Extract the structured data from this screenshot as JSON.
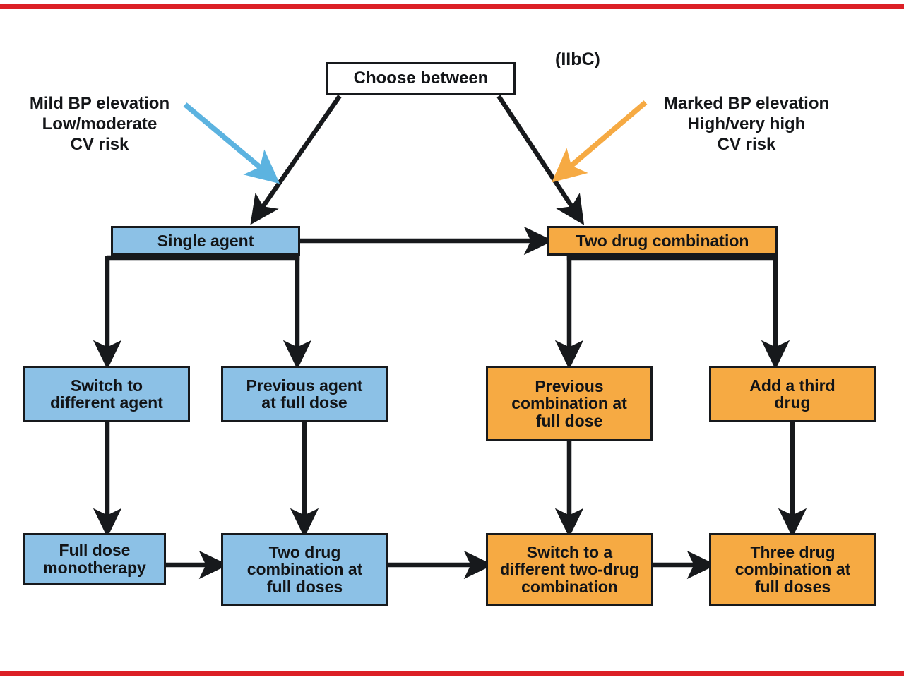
{
  "figure": {
    "type": "flowchart",
    "title_tag": "(IIbC)",
    "rule_color": "#dc2026",
    "colors": {
      "blue_fill": "#8cc1e6",
      "orange_fill": "#f6aa43",
      "white_fill": "#ffffff",
      "outline": "#17191c",
      "blue_arrow": "#5cb3e0",
      "orange_arrow": "#f6aa43",
      "connector": "#17191c"
    }
  },
  "root": {
    "label": "Choose between"
  },
  "annotations": {
    "left": {
      "name": "mild-bp-annotation",
      "text": "Mild BP elevation\nLow/moderate\nCV risk",
      "arrow_color": "#5cb3e0"
    },
    "right": {
      "name": "marked-bp-annotation",
      "text": "Marked BP elevation\nHigh/very high\nCV risk",
      "arrow_color": "#f6aa43"
    }
  },
  "branches": {
    "blue": {
      "entry": "Single agent",
      "step2": [
        "Switch to different agent",
        "Previous agent at full dose"
      ],
      "step3": [
        "Full dose monotherapy",
        "Two drug combination at full doses"
      ]
    },
    "orange": {
      "entry": "Two drug combination",
      "step2": [
        "Previous combination at full dose",
        "Add a third drug"
      ],
      "step3": [
        "Switch to a different two-drug combination",
        "Three drug combination at full doses"
      ]
    }
  },
  "nodes": {
    "choose_between": "Choose between",
    "single_agent": "Single agent",
    "two_drug_combination": "Two drug combination",
    "switch_to_different_agent": "Switch to\ndifferent agent",
    "previous_agent_at_full_dose": "Previous agent\nat full dose",
    "previous_combination_at_full_dose": "Previous\ncombination at\nfull dose",
    "add_a_third_drug": "Add a third\ndrug",
    "full_dose_monotherapy": "Full dose\nmonotherapy",
    "two_drug_combination_at_full_doses": "Two drug\ncombination at\nfull doses",
    "switch_to_a_different_two_drug_combination": "Switch to a\ndifferent two-drug\ncombination",
    "three_drug_combination_at_full_doses": "Three drug\ncombination at\nfull doses"
  },
  "edges": [
    {
      "from": "choose_between",
      "to": "single_agent",
      "style": "diagonal-arrow"
    },
    {
      "from": "choose_between",
      "to": "two_drug_combination",
      "style": "diagonal-arrow"
    },
    {
      "from": "single_agent",
      "to": "two_drug_combination",
      "style": "horizontal-arrow"
    },
    {
      "from": "single_agent",
      "to": "switch_to_different_agent",
      "style": "branch-down-arrow"
    },
    {
      "from": "single_agent",
      "to": "previous_agent_at_full_dose",
      "style": "branch-down-arrow"
    },
    {
      "from": "two_drug_combination",
      "to": "previous_combination_at_full_dose",
      "style": "branch-down-arrow"
    },
    {
      "from": "two_drug_combination",
      "to": "add_a_third_drug",
      "style": "branch-down-arrow"
    },
    {
      "from": "switch_to_different_agent",
      "to": "full_dose_monotherapy",
      "style": "down-arrow"
    },
    {
      "from": "previous_agent_at_full_dose",
      "to": "two_drug_combination_at_full_doses",
      "style": "down-arrow"
    },
    {
      "from": "previous_combination_at_full_dose",
      "to": "switch_to_a_different_two_drug_combination",
      "style": "down-arrow"
    },
    {
      "from": "add_a_third_drug",
      "to": "three_drug_combination_at_full_doses",
      "style": "down-arrow"
    },
    {
      "from": "full_dose_monotherapy",
      "to": "two_drug_combination_at_full_doses",
      "style": "horizontal-arrow"
    },
    {
      "from": "two_drug_combination_at_full_doses",
      "to": "switch_to_a_different_two_drug_combination",
      "style": "horizontal-arrow"
    },
    {
      "from": "switch_to_a_different_two_drug_combination",
      "to": "three_drug_combination_at_full_doses",
      "style": "horizontal-arrow"
    }
  ]
}
